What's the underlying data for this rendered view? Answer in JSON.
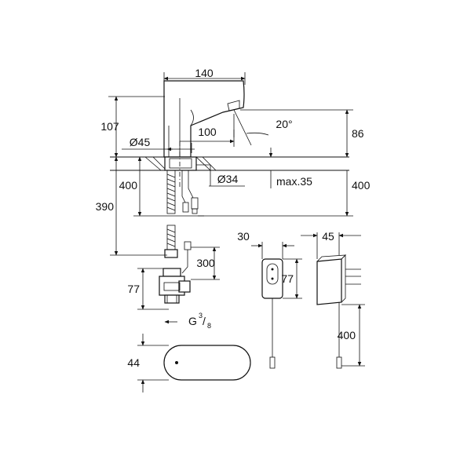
{
  "dimensions": {
    "spout_width": "140",
    "spout_height": "107",
    "spout_reach": "100",
    "spray_angle": "20°",
    "outlet_height": "86",
    "body_diameter": "Ø45",
    "hole_diameter": "Ø34",
    "max_thickness": "max.35",
    "hose_length_left": "400",
    "hose_length_right": "400",
    "total_hose_length": "390",
    "valve_cable": "300",
    "valve_height": "77",
    "connection_thread": "G",
    "thread_numerator": "3",
    "thread_denominator": "8",
    "sensor_width": "44",
    "plug_box_width": "30",
    "plug_box_height": "77",
    "adapter_width": "45",
    "adapter_cable": "400"
  }
}
